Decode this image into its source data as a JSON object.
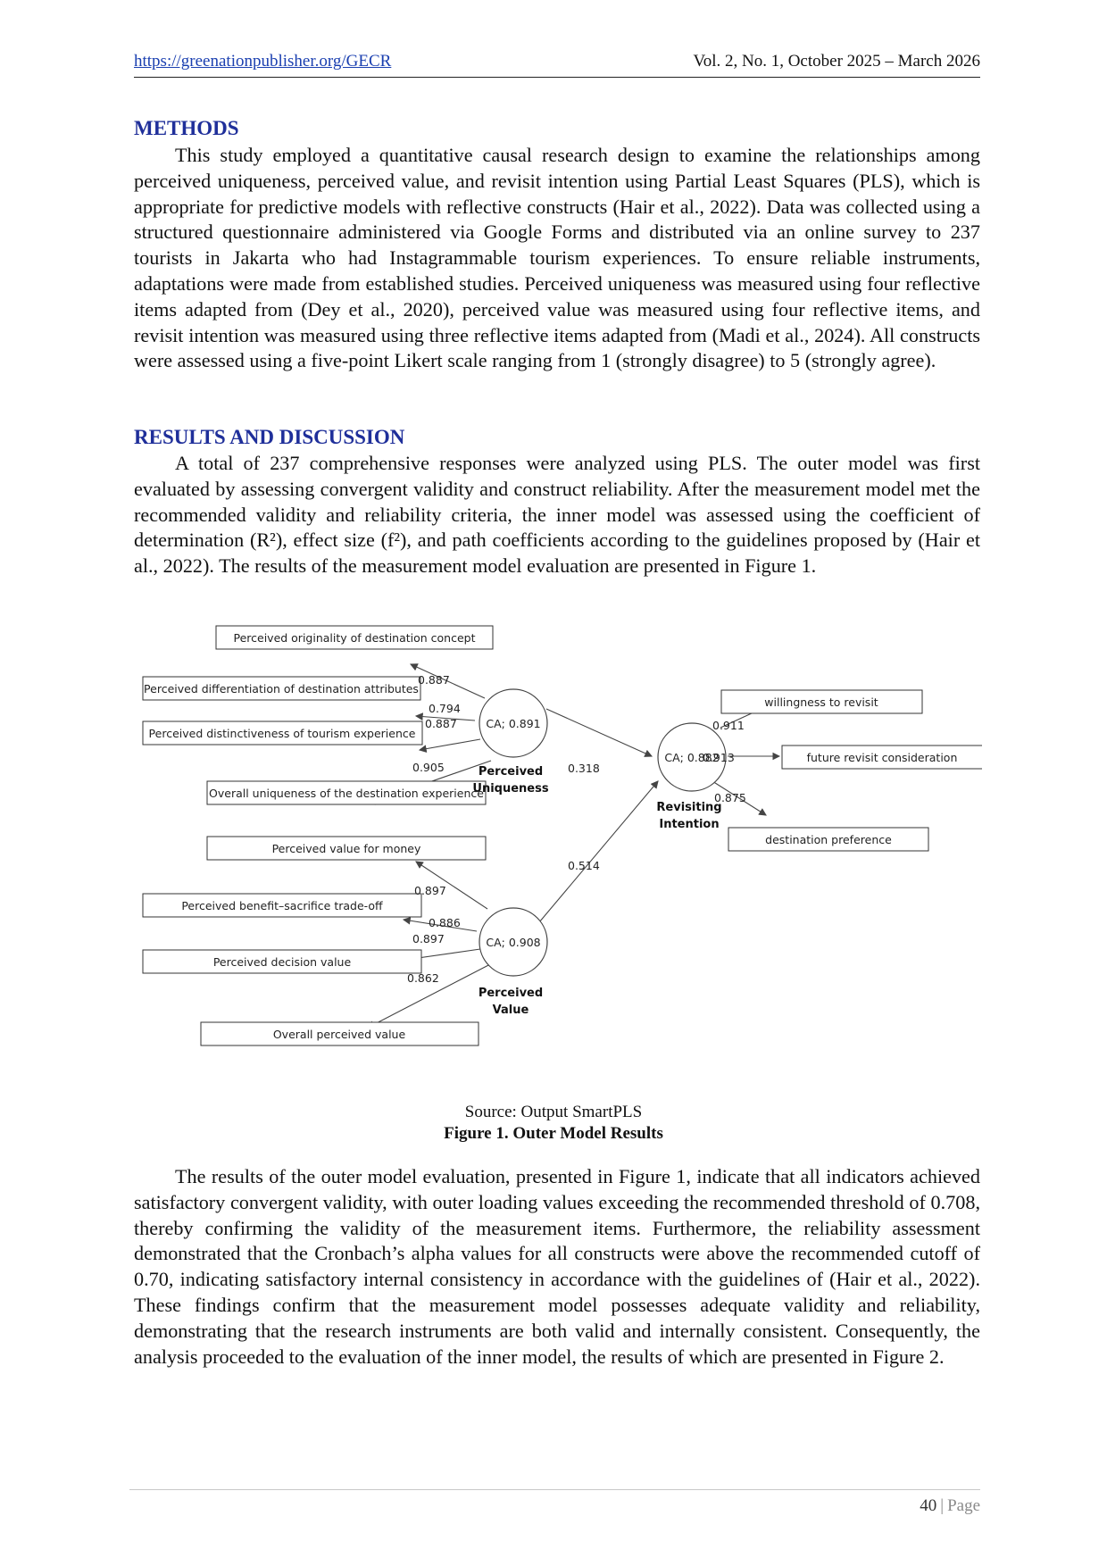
{
  "header": {
    "url": "https://greenationpublisher.org/GECR",
    "volume": "Vol. 2, No. 1, October 2025 – March 2026"
  },
  "methods": {
    "heading": "METHODS",
    "paragraph": "This study employed a quantitative causal research design to examine the relationships among perceived uniqueness, perceived value, and revisit intention using Partial Least Squares (PLS), which is appropriate for predictive models with reflective constructs (Hair et al., 2022). Data was collected using a structured questionnaire administered via Google Forms and distributed via an online survey to 237 tourists in Jakarta who had Instagrammable tourism experiences. To ensure reliable instruments, adaptations were made from established studies. Perceived uniqueness was measured using four reflective items adapted from (Dey et al., 2020), perceived value was measured using four reflective items, and revisit intention was measured using three reflective items adapted from (Madi et al., 2024). All constructs were assessed using a five-point Likert scale ranging from 1 (strongly disagree) to 5 (strongly agree)."
  },
  "results": {
    "heading": "RESULTS AND DISCUSSION",
    "paragraph1": "A total of 237 comprehensive responses were analyzed using PLS. The outer model was first evaluated by assessing convergent validity and construct reliability. After the measurement model met the recommended validity and reliability criteria, the inner model was assessed using the coefficient of determination (R²), effect size (f²), and path coefficients according to the guidelines proposed by (Hair et al., 2022). The results of the measurement model evaluation are presented in Figure 1.",
    "paragraph2": "The results of the outer model evaluation, presented in Figure 1, indicate that all indicators achieved satisfactory convergent validity, with outer loading values exceeding the recommended threshold of 0.708, thereby confirming the validity of the measurement items. Furthermore, the reliability assessment demonstrated that the Cronbach’s alpha values for all constructs were above the recommended cutoff of 0.70, indicating satisfactory internal consistency in accordance with the guidelines of (Hair et al., 2022). These findings confirm that the measurement model possesses adequate validity and reliability, demonstrating that the research instruments are both valid and internally consistent. Consequently, the analysis proceeded to the evaluation of the inner model, the results of which are presented in Figure 2."
  },
  "figure": {
    "source": "Source: Output SmartPLS",
    "caption": "Figure 1. Outer Model Results",
    "constructs": {
      "uniqueness": {
        "ca": "CA; 0.891",
        "name_line1": "Perceived",
        "name_line2": "Uniqueness"
      },
      "value": {
        "ca": "CA; 0.908",
        "name_line1": "Perceived",
        "name_line2": "Value"
      },
      "revisit": {
        "ca": "CA; 0.882",
        "name_line1": "Revisiting",
        "name_line2": "Intention"
      }
    },
    "indicators": {
      "u1": "Perceived originality of destination concept",
      "u2": "Perceived differentiation of destination attributes",
      "u3": "Perceived distinctiveness of tourism experience",
      "u4": "Overall uniqueness of the destination experience",
      "v1": "Perceived value for money",
      "v2": "Perceived benefit–sacrifice trade-off",
      "v3": "Perceived decision value",
      "v4": "Overall perceived value",
      "r1": "willingness to revisit",
      "r2": "future revisit consideration",
      "r3": "destination preference"
    },
    "loadings": {
      "u1": "0.887",
      "u2": "0.794",
      "u3": "0.887",
      "u4": "0.905",
      "v1": "0.897",
      "v2": "0.886",
      "v3": "0.897",
      "v4": "0.862",
      "r1": "0.911",
      "r2": "0.913",
      "r3": "0.875"
    },
    "paths": {
      "uniqueness_to_revisit": "0.318",
      "value_to_revisit": "0.514"
    }
  },
  "footer": {
    "page_number": "40",
    "page_word": "Page"
  }
}
